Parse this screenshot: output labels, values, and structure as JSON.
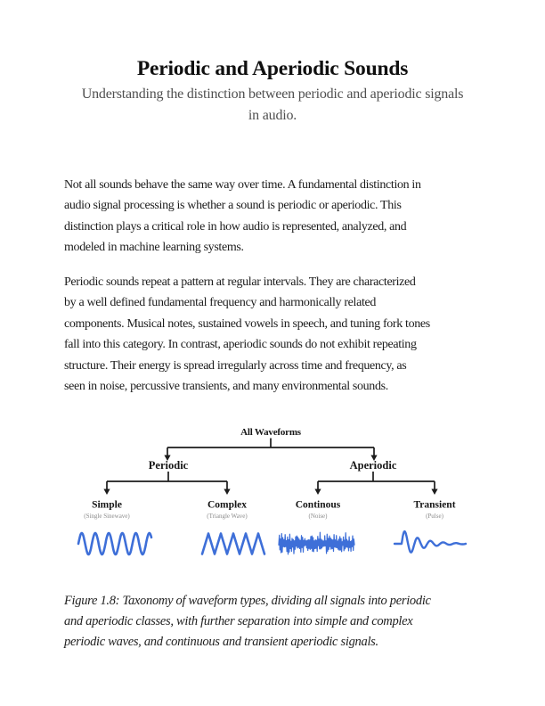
{
  "document": {
    "title": "Periodic and Aperiodic Sounds",
    "subtitle_lines": [
      "Understanding the distinction between periodic and aperiodic signals",
      "in audio."
    ],
    "paragraphs": [
      {
        "lines": [
          "Not all sounds behave the same way over time. A fundamental distinction in",
          "audio signal processing is whether a sound is periodic or aperiodic. This",
          "distinction plays a critical role in how audio is represented, analyzed, and",
          "modeled in machine learning systems."
        ]
      },
      {
        "lines": [
          "Periodic sounds repeat a pattern at regular intervals. They are characterized",
          "by a well defined fundamental frequency and harmonically related",
          "components. Musical notes, sustained vowels in speech, and tuning fork tones",
          "fall into this category. In contrast, aperiodic sounds do not exhibit repeating",
          "structure. Their energy is spread irregularly across time and frequency, as",
          "seen in noise, percussive transients, and many environmental sounds."
        ]
      }
    ],
    "caption_lines": [
      "Figure 1.8: Taxonomy of waveform types, dividing all signals into periodic",
      "and aperiodic classes, with further separation into simple and complex",
      "periodic waves, and continuous and transient aperiodic signals."
    ]
  },
  "diagram": {
    "root_label": "All Waveforms",
    "branches": [
      {
        "label": "Periodic",
        "children": [
          {
            "label": "Simple",
            "sublabel": "(Single Sinewave)",
            "waveform": "sine"
          },
          {
            "label": "Complex",
            "sublabel": "(Triangle Wave)",
            "waveform": "triangle"
          }
        ]
      },
      {
        "label": "Aperiodic",
        "children": [
          {
            "label": "Continous",
            "sublabel": "(Noise)",
            "waveform": "noise"
          },
          {
            "label": "Transient",
            "sublabel": "(Pulse)",
            "waveform": "pulse"
          }
        ]
      }
    ],
    "colors": {
      "waveform_blue": "#3e6fd8",
      "tree_line": "#1c1c1c",
      "sublabel_gray": "#8b8b8b"
    }
  }
}
